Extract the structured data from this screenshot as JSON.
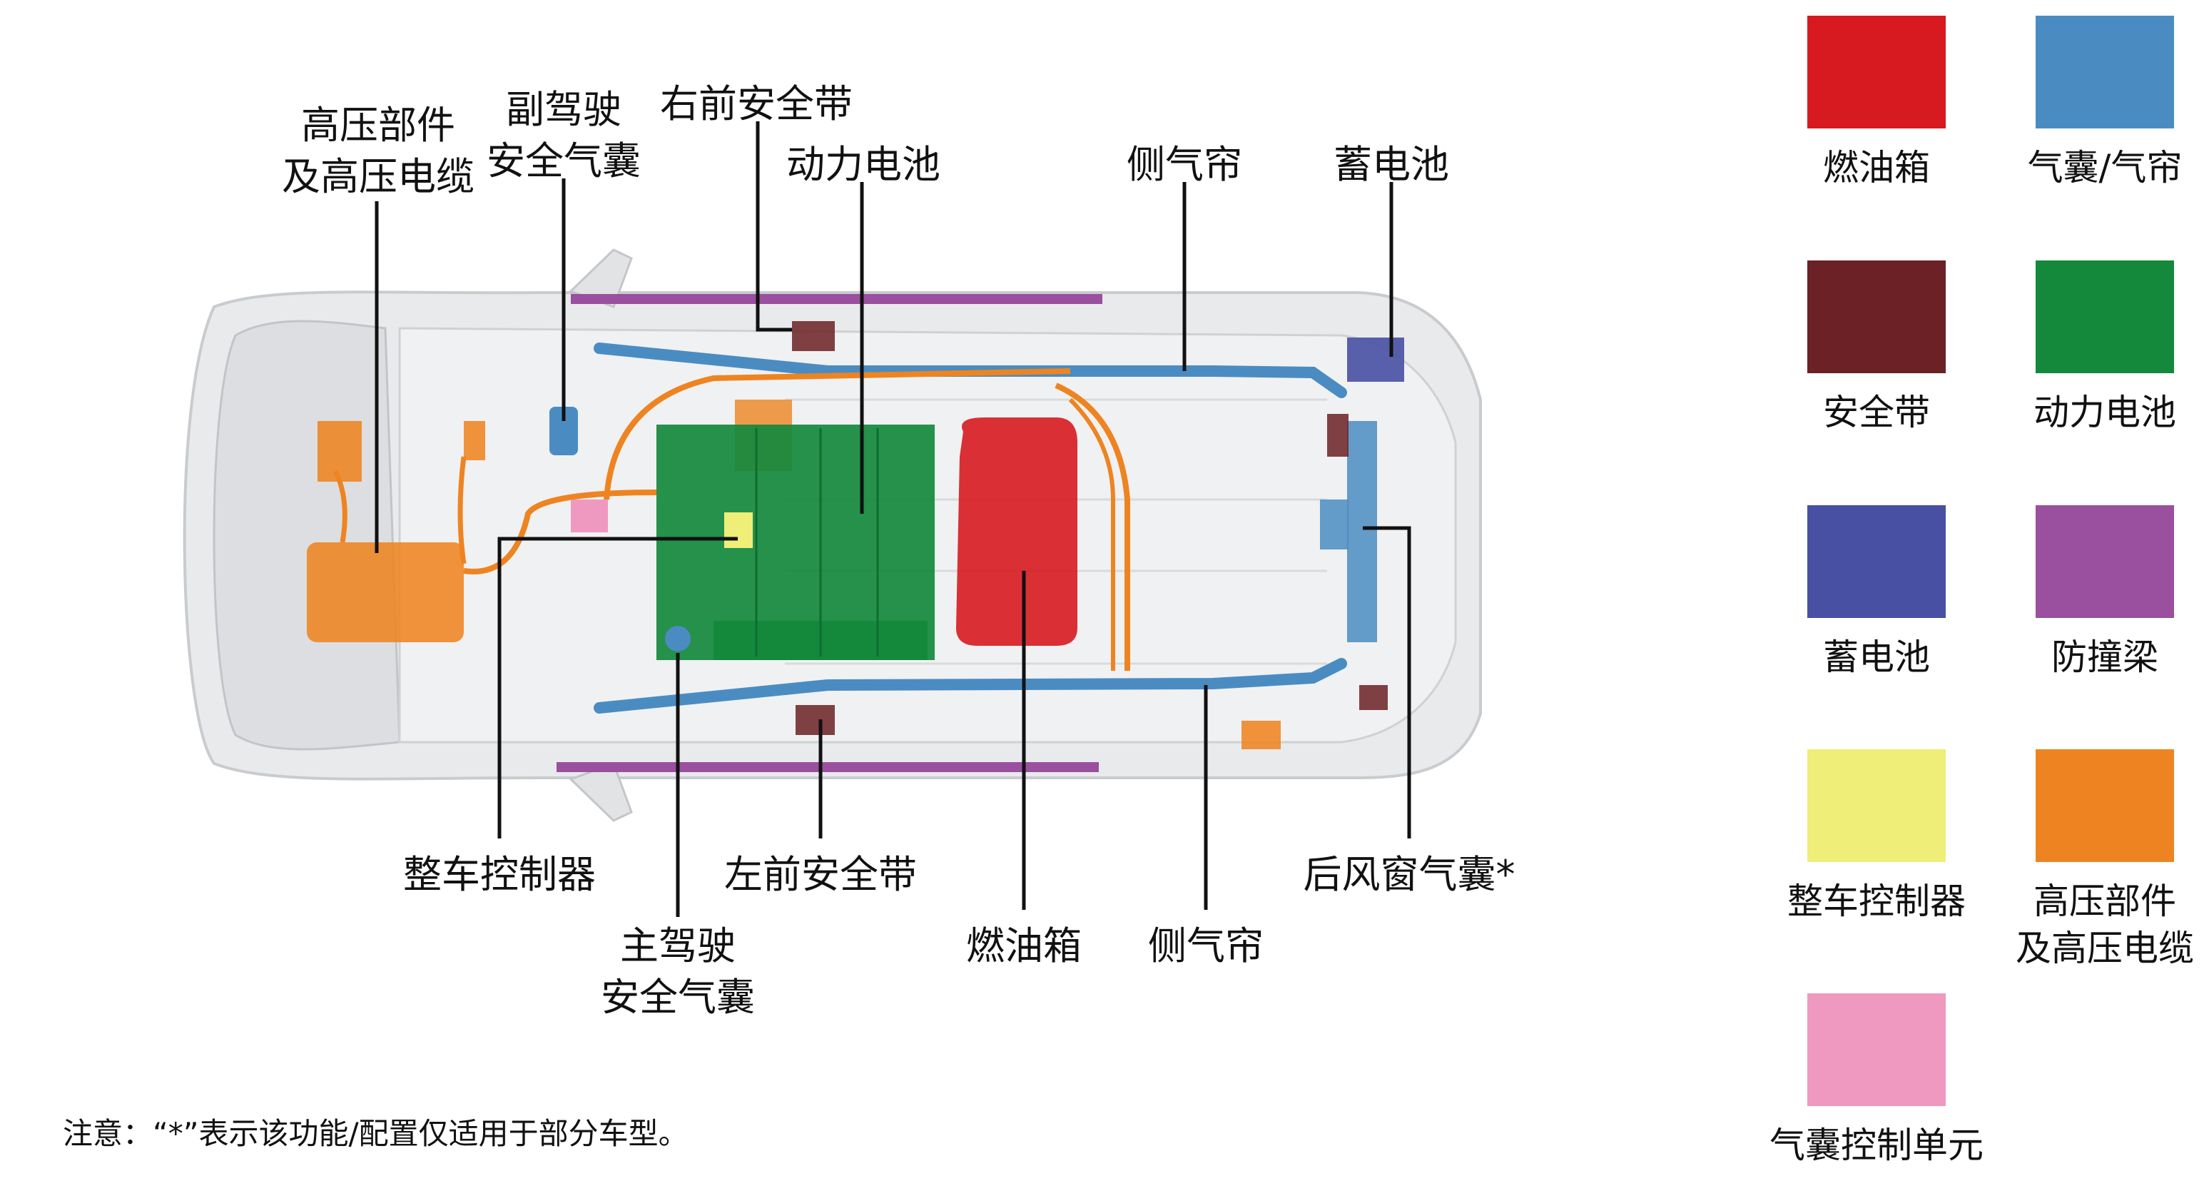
{
  "callouts": {
    "hv_components": [
      "高压部件",
      "及高压电缆"
    ],
    "passenger_airbag": [
      "副驾驶",
      "安全气囊"
    ],
    "right_front_belt": "右前安全带",
    "power_battery_top": "动力电池",
    "side_curtain_top": "侧气帘",
    "battery_top": "蓄电池",
    "vcu": "整车控制器",
    "driver_airbag": [
      "主驾驶",
      "安全气囊"
    ],
    "left_front_belt": "左前安全带",
    "fuel_tank": "燃油箱",
    "side_curtain_bottom": "侧气帘",
    "rear_window_airbag": "后风窗气囊*"
  },
  "note": "注意：“*”表示该功能/配置仅适用于部分车型。",
  "legend": [
    {
      "label": [
        "燃油箱"
      ],
      "color": "#d71920"
    },
    {
      "label": [
        "气囊/气帘"
      ],
      "color": "#4a8cc2"
    },
    {
      "label": [
        "安全带"
      ],
      "color": "#6b2125"
    },
    {
      "label": [
        "动力电池"
      ],
      "color": "#14893c"
    },
    {
      "label": [
        "蓄电池"
      ],
      "color": "#4750a3"
    },
    {
      "label": [
        "防撞梁"
      ],
      "color": "#9b4f9f"
    },
    {
      "label": [
        "整车控制器"
      ],
      "color": "#eeee78"
    },
    {
      "label": [
        "高压部件",
        "及高压电缆"
      ],
      "color": "#ee8421"
    },
    {
      "label": [
        "气囊控制单元"
      ],
      "color": "#ef99c0"
    }
  ]
}
